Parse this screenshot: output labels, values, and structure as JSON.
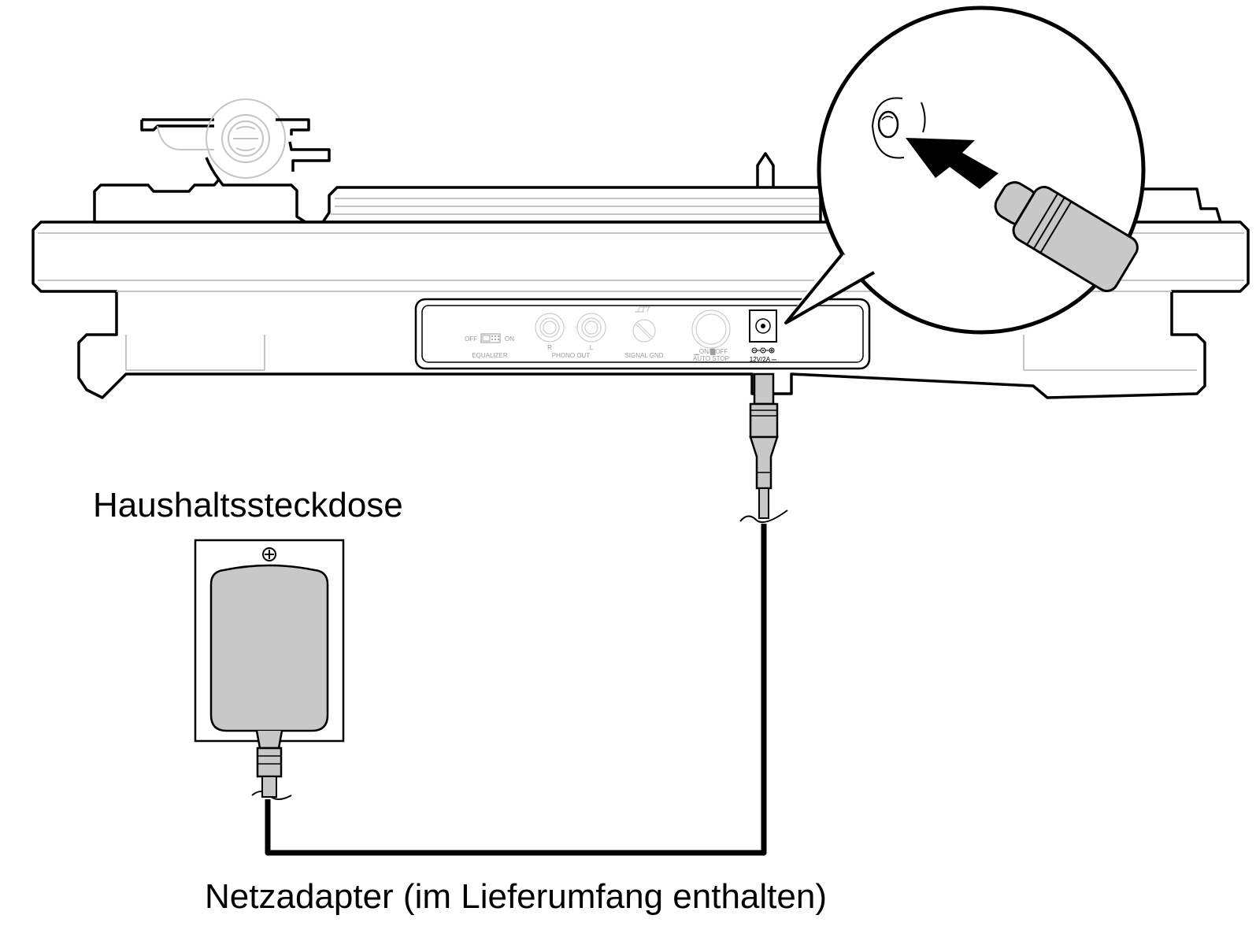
{
  "labels": {
    "outlet": "Haushaltssteckdose",
    "adapter": "Netzadapter (im Lieferumfang enthalten)"
  },
  "panel": {
    "eq_off": "OFF",
    "eq_on": "ON",
    "equalizer": "EQUALIZER",
    "r": "R",
    "l": "L",
    "phono_out": "PHONO OUT",
    "signal_gnd": "SIGNAL GND",
    "auto_stop_switch": "▁ON/▇OFF",
    "auto_stop": "AUTO STOP",
    "dc_in": "12V/2A ⎓"
  },
  "colors": {
    "adapter_fill": "#c8c8c8",
    "outline": "#000000",
    "faded_line": "#c4c4c4"
  }
}
